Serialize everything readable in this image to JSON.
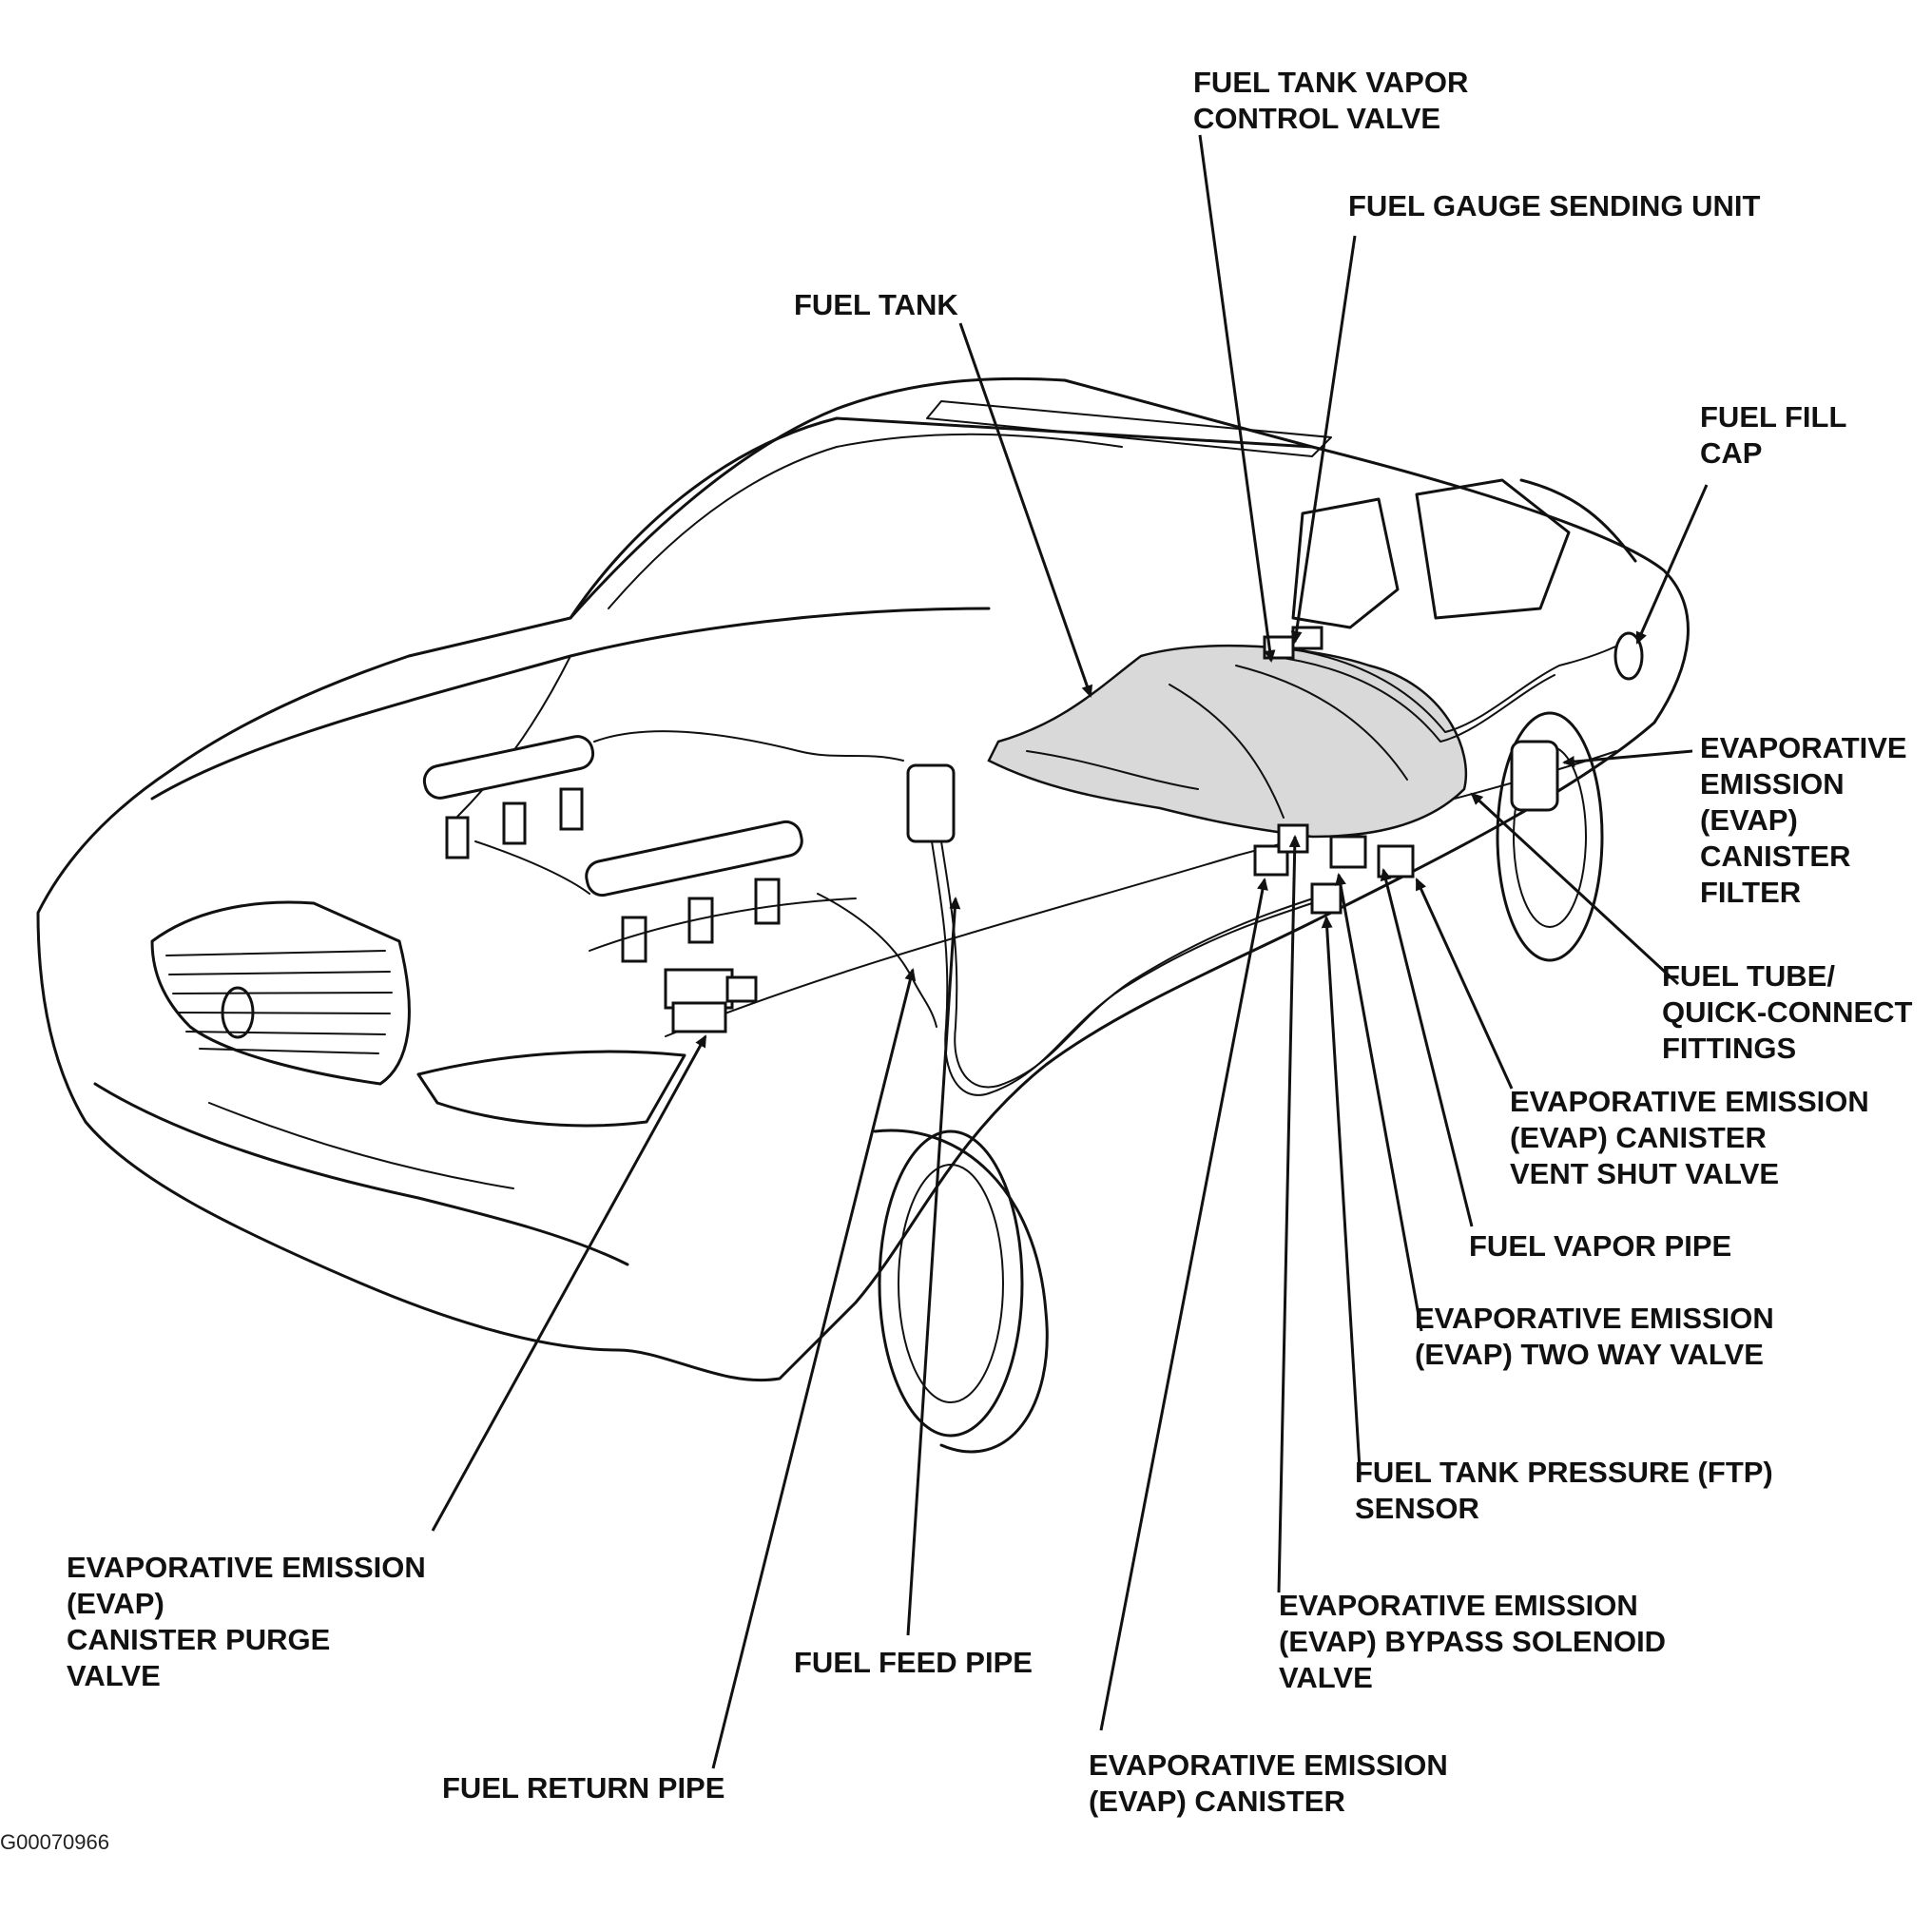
{
  "figure_id": "G00070966",
  "labels": {
    "fuel_tank_vapor_control_valve": [
      "FUEL TANK VAPOR",
      "CONTROL VALVE"
    ],
    "fuel_gauge_sending_unit": [
      "FUEL GAUGE SENDING UNIT"
    ],
    "fuel_tank": [
      "FUEL TANK"
    ],
    "fuel_fill_cap": [
      "FUEL FILL",
      "CAP"
    ],
    "evap_canister_filter": [
      "EVAPORATIVE",
      "EMISSION",
      "(EVAP)",
      "CANISTER",
      "FILTER"
    ],
    "fuel_tube_quick_connect": [
      "FUEL TUBE/",
      "QUICK-CONNECT",
      "FITTINGS"
    ],
    "evap_canister_vent_shut_valve": [
      "EVAPORATIVE EMISSION",
      "(EVAP) CANISTER",
      "VENT SHUT VALVE"
    ],
    "fuel_vapor_pipe": [
      "FUEL VAPOR PIPE"
    ],
    "evap_two_way_valve": [
      "EVAPORATIVE EMISSION",
      "(EVAP) TWO WAY VALVE"
    ],
    "ftp_sensor": [
      "FUEL TANK PRESSURE (FTP)",
      "SENSOR"
    ],
    "evap_bypass_solenoid_valve": [
      "EVAPORATIVE EMISSION",
      "(EVAP) BYPASS SOLENOID",
      "VALVE"
    ],
    "evap_canister": [
      "EVAPORATIVE EMISSION",
      "(EVAP) CANISTER"
    ],
    "fuel_return_pipe": [
      "FUEL RETURN PIPE"
    ],
    "fuel_feed_pipe": [
      "FUEL FEED PIPE"
    ],
    "evap_canister_purge_valve": [
      "EVAPORATIVE EMISSION",
      "(EVAP)",
      "CANISTER PURGE",
      "VALVE"
    ]
  }
}
